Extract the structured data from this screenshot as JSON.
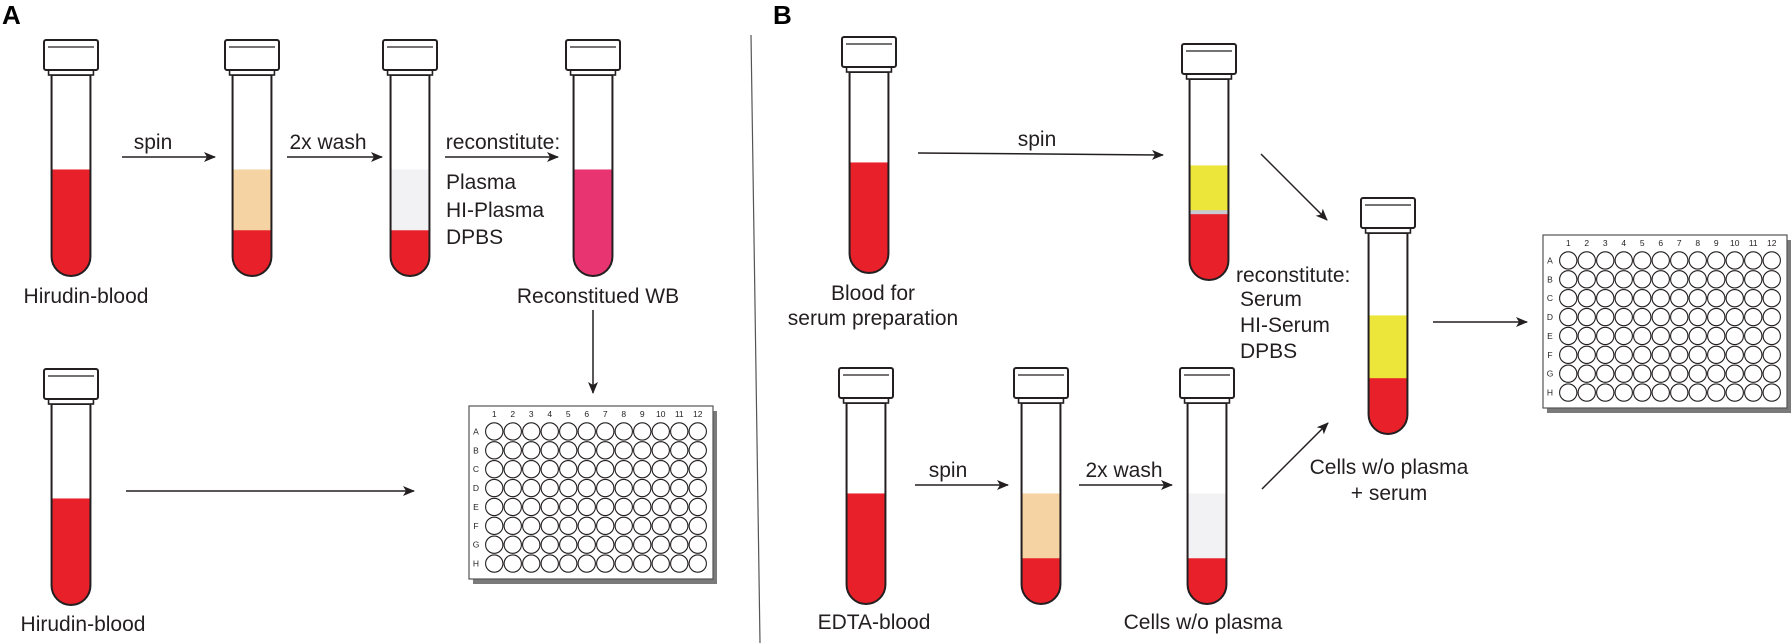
{
  "panels": {
    "a": {
      "letter": "A",
      "spin_label": "spin",
      "wash_label": "2x wash",
      "reconstitute_label": "reconstitute:",
      "options": [
        "Plasma",
        "HI-Plasma",
        "DPBS"
      ],
      "tube_caption_top": "Hirudin-blood",
      "reconstituted_caption": "Reconstitued WB",
      "tube_caption_bottom": "Hirudin-blood"
    },
    "b": {
      "letter": "B",
      "spin_label_top": "spin",
      "serum_caption_line1": "Blood for",
      "serum_caption_line2": "serum preparation",
      "reconstitute_label": "reconstitute:",
      "options": [
        "Serum",
        "HI-Serum",
        "DPBS"
      ],
      "edta_caption": "EDTA-blood",
      "spin_label_bottom": "spin",
      "wash_label": "2x wash",
      "cells_caption": "Cells w/o plasma",
      "mix_caption_line1": "Cells w/o plasma",
      "mix_caption_line2": "+ serum"
    }
  },
  "plate": {
    "columns": [
      "1",
      "2",
      "3",
      "4",
      "5",
      "6",
      "7",
      "8",
      "9",
      "10",
      "11",
      "12"
    ],
    "rows": [
      "A",
      "B",
      "C",
      "D",
      "E",
      "F",
      "G",
      "H"
    ]
  },
  "colors": {
    "blood": "#e8202a",
    "plasma": "#f6d3a3",
    "buffer": "#f2f2f4",
    "reconstituted": "#e83470",
    "serum": "#ece53a",
    "interface": "#c9c9cf",
    "outline": "#231f20"
  }
}
